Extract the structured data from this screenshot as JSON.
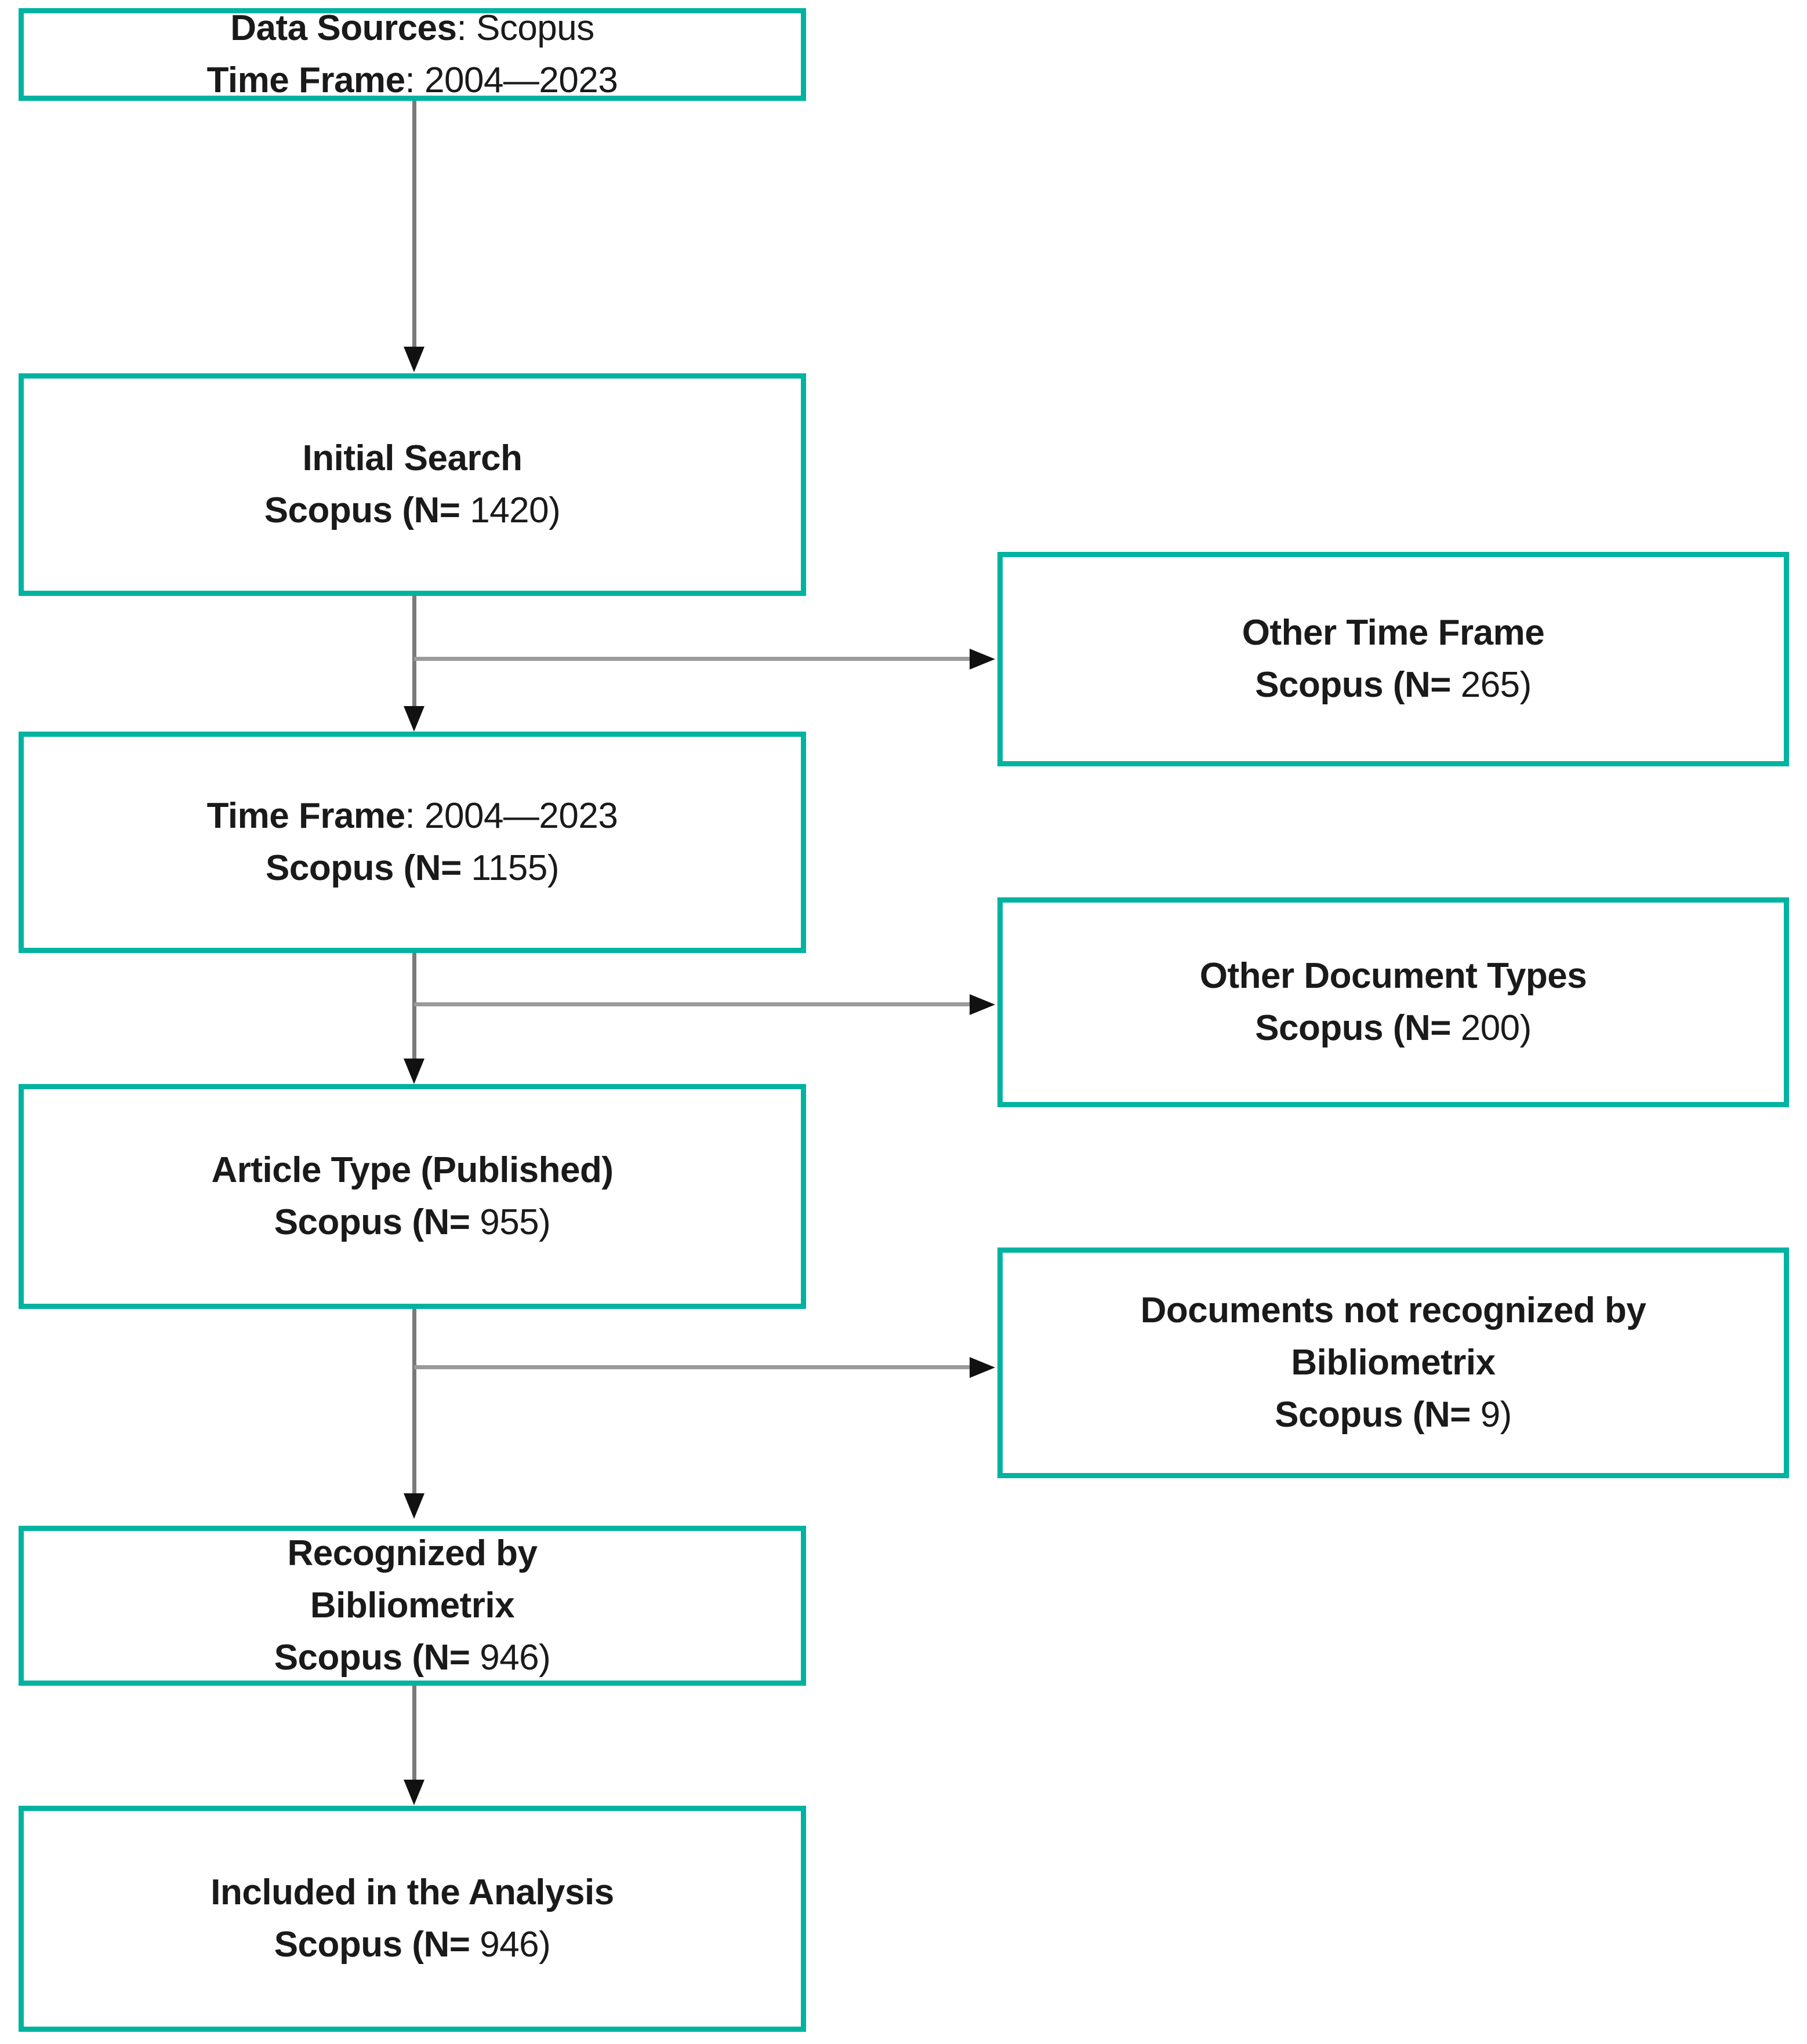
{
  "diagram": {
    "title": "PRISMA-style study selection flow diagram",
    "accent_color": "#00b3a0",
    "connector_color": "#7a7a7a",
    "arrow_color": "#111111",
    "background_color": "#ffffff"
  },
  "main_flow": [
    {
      "id": "data-sources",
      "line1_bold": "Data Sources",
      "line1_regular": ": Scopus",
      "line2_bold": "Time Frame",
      "line2_regular": ": 2004—2023"
    },
    {
      "id": "initial-search",
      "line1_bold": "Initial Search",
      "line2_bold": "Scopus (N=",
      "line2_regular": " 1420)"
    },
    {
      "id": "time-frame",
      "line1_bold": "Time Frame",
      "line1_regular": ": 2004—2023",
      "line2_bold": "Scopus (N=",
      "line2_regular": " 1155)"
    },
    {
      "id": "article-type",
      "line1_bold": "Article Type (Published)",
      "line2_bold": "Scopus (N=",
      "line2_regular": " 955)"
    },
    {
      "id": "recognized-by-bibliometrix",
      "line1_bold": "Recognized by",
      "line2_bold": "Bibliometrix",
      "line3_bold": "Scopus (N=",
      "line3_regular": " 946)"
    },
    {
      "id": "included-in-analysis",
      "line1_bold": "Included in the Analysis",
      "line2_bold": "Scopus (N=",
      "line2_regular": " 946)"
    }
  ],
  "exclusions": [
    {
      "id": "other-time-frame",
      "line1_bold": "Other Time Frame",
      "line2_bold": "Scopus (N=",
      "line2_regular": " 265)"
    },
    {
      "id": "other-document-types",
      "line1_bold": "Other Document Types",
      "line2_bold": "Scopus (N=",
      "line2_regular": " 200)"
    },
    {
      "id": "documents-not-recognized",
      "line1_bold": "Documents not recognized by",
      "line2_bold": "Bibliometrix",
      "line3_bold": "Scopus (N=",
      "line3_regular": " 9)"
    }
  ],
  "counts": {
    "initial_search_scopus": 1420,
    "time_frame_scopus": 1155,
    "article_type_scopus": 955,
    "recognized_scopus": 946,
    "included_scopus": 946,
    "excluded_other_time_frame": 265,
    "excluded_other_document_types": 200,
    "excluded_not_recognized": 9
  }
}
